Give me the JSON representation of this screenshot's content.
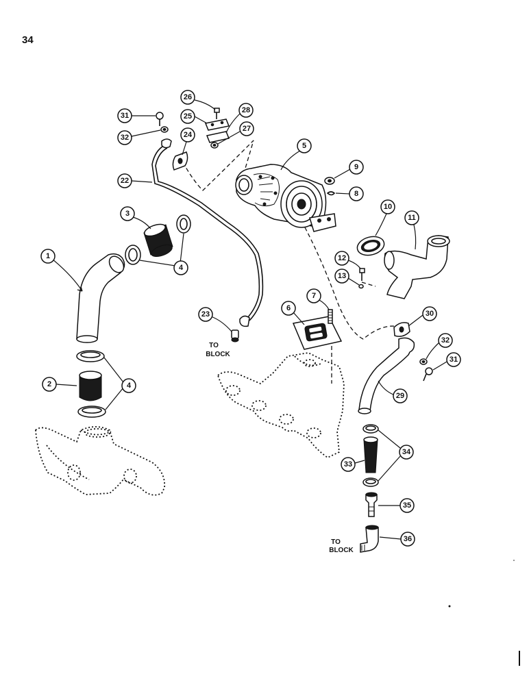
{
  "page_number": "34",
  "callouts": [
    {
      "id": "c1",
      "label": "1"
    },
    {
      "id": "c2",
      "label": "2"
    },
    {
      "id": "c3",
      "label": "3"
    },
    {
      "id": "c4a",
      "label": "4"
    },
    {
      "id": "c4b",
      "label": "4"
    },
    {
      "id": "c5",
      "label": "5"
    },
    {
      "id": "c6",
      "label": "6"
    },
    {
      "id": "c7",
      "label": "7"
    },
    {
      "id": "c8",
      "label": "8"
    },
    {
      "id": "c9",
      "label": "9"
    },
    {
      "id": "c10",
      "label": "10"
    },
    {
      "id": "c11",
      "label": "11"
    },
    {
      "id": "c12",
      "label": "12"
    },
    {
      "id": "c13",
      "label": "13"
    },
    {
      "id": "c22",
      "label": "22"
    },
    {
      "id": "c23",
      "label": "23"
    },
    {
      "id": "c24",
      "label": "24"
    },
    {
      "id": "c25",
      "label": "25"
    },
    {
      "id": "c26",
      "label": "26"
    },
    {
      "id": "c27",
      "label": "27"
    },
    {
      "id": "c28",
      "label": "28"
    },
    {
      "id": "c29",
      "label": "29"
    },
    {
      "id": "c30",
      "label": "30"
    },
    {
      "id": "c31a",
      "label": "31"
    },
    {
      "id": "c31b",
      "label": "31"
    },
    {
      "id": "c32a",
      "label": "32"
    },
    {
      "id": "c32b",
      "label": "32"
    },
    {
      "id": "c33",
      "label": "33"
    },
    {
      "id": "c34",
      "label": "34"
    },
    {
      "id": "c35",
      "label": "35"
    },
    {
      "id": "c36",
      "label": "36"
    }
  ],
  "notes": {
    "to_block_left": [
      "TO",
      "BLOCK"
    ],
    "to_block_right": [
      "TO",
      "BLOCK"
    ]
  }
}
